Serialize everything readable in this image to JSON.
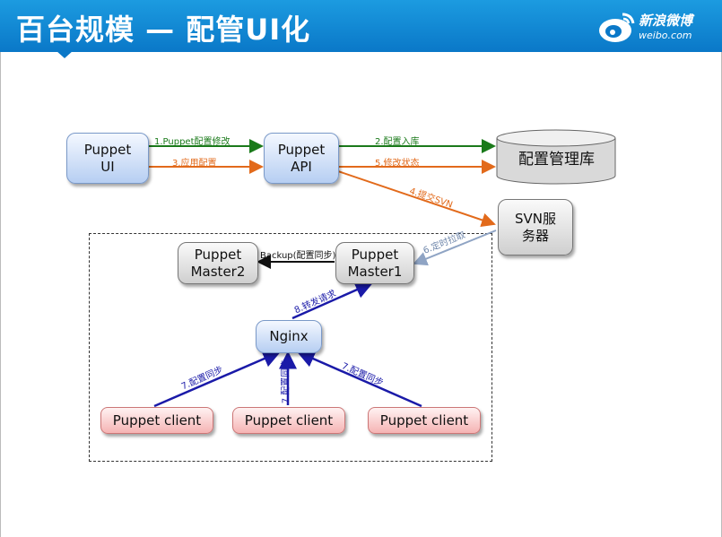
{
  "header": {
    "title": "百台规模 — 配管UI化",
    "brand": "新浪微博",
    "brand_sub": "weibo.com"
  },
  "nodes": {
    "puppet_ui": "Puppet\nUI",
    "puppet_api": "Puppet\nAPI",
    "config_db": "配置管理库",
    "svn_server": "SVN服\n务器",
    "master1": "Puppet\nMaster1",
    "master2": "Puppet\nMaster2",
    "nginx": "Nginx",
    "client_left": "Puppet client",
    "client_mid": "Puppet client",
    "client_right": "Puppet client"
  },
  "edges": {
    "e1": "1.Puppet配置修改",
    "e2": "2.配置入库",
    "e3": "3.应用配置",
    "e4": "4.提交SVN",
    "e5": "5.修改状态",
    "e6": "6.定时拉取",
    "e7_left": "7.配置同步",
    "e7_mid": "7.配置同步",
    "e7_right": "7.配置同步",
    "e8": "8.转发请求",
    "backup": "Backup(配置同步)"
  },
  "colors": {
    "header": "#0a78c8",
    "green": "#1a7a1a",
    "orange": "#e26a1b",
    "navy": "#1a1aa8",
    "steel": "#8fa4c4"
  }
}
